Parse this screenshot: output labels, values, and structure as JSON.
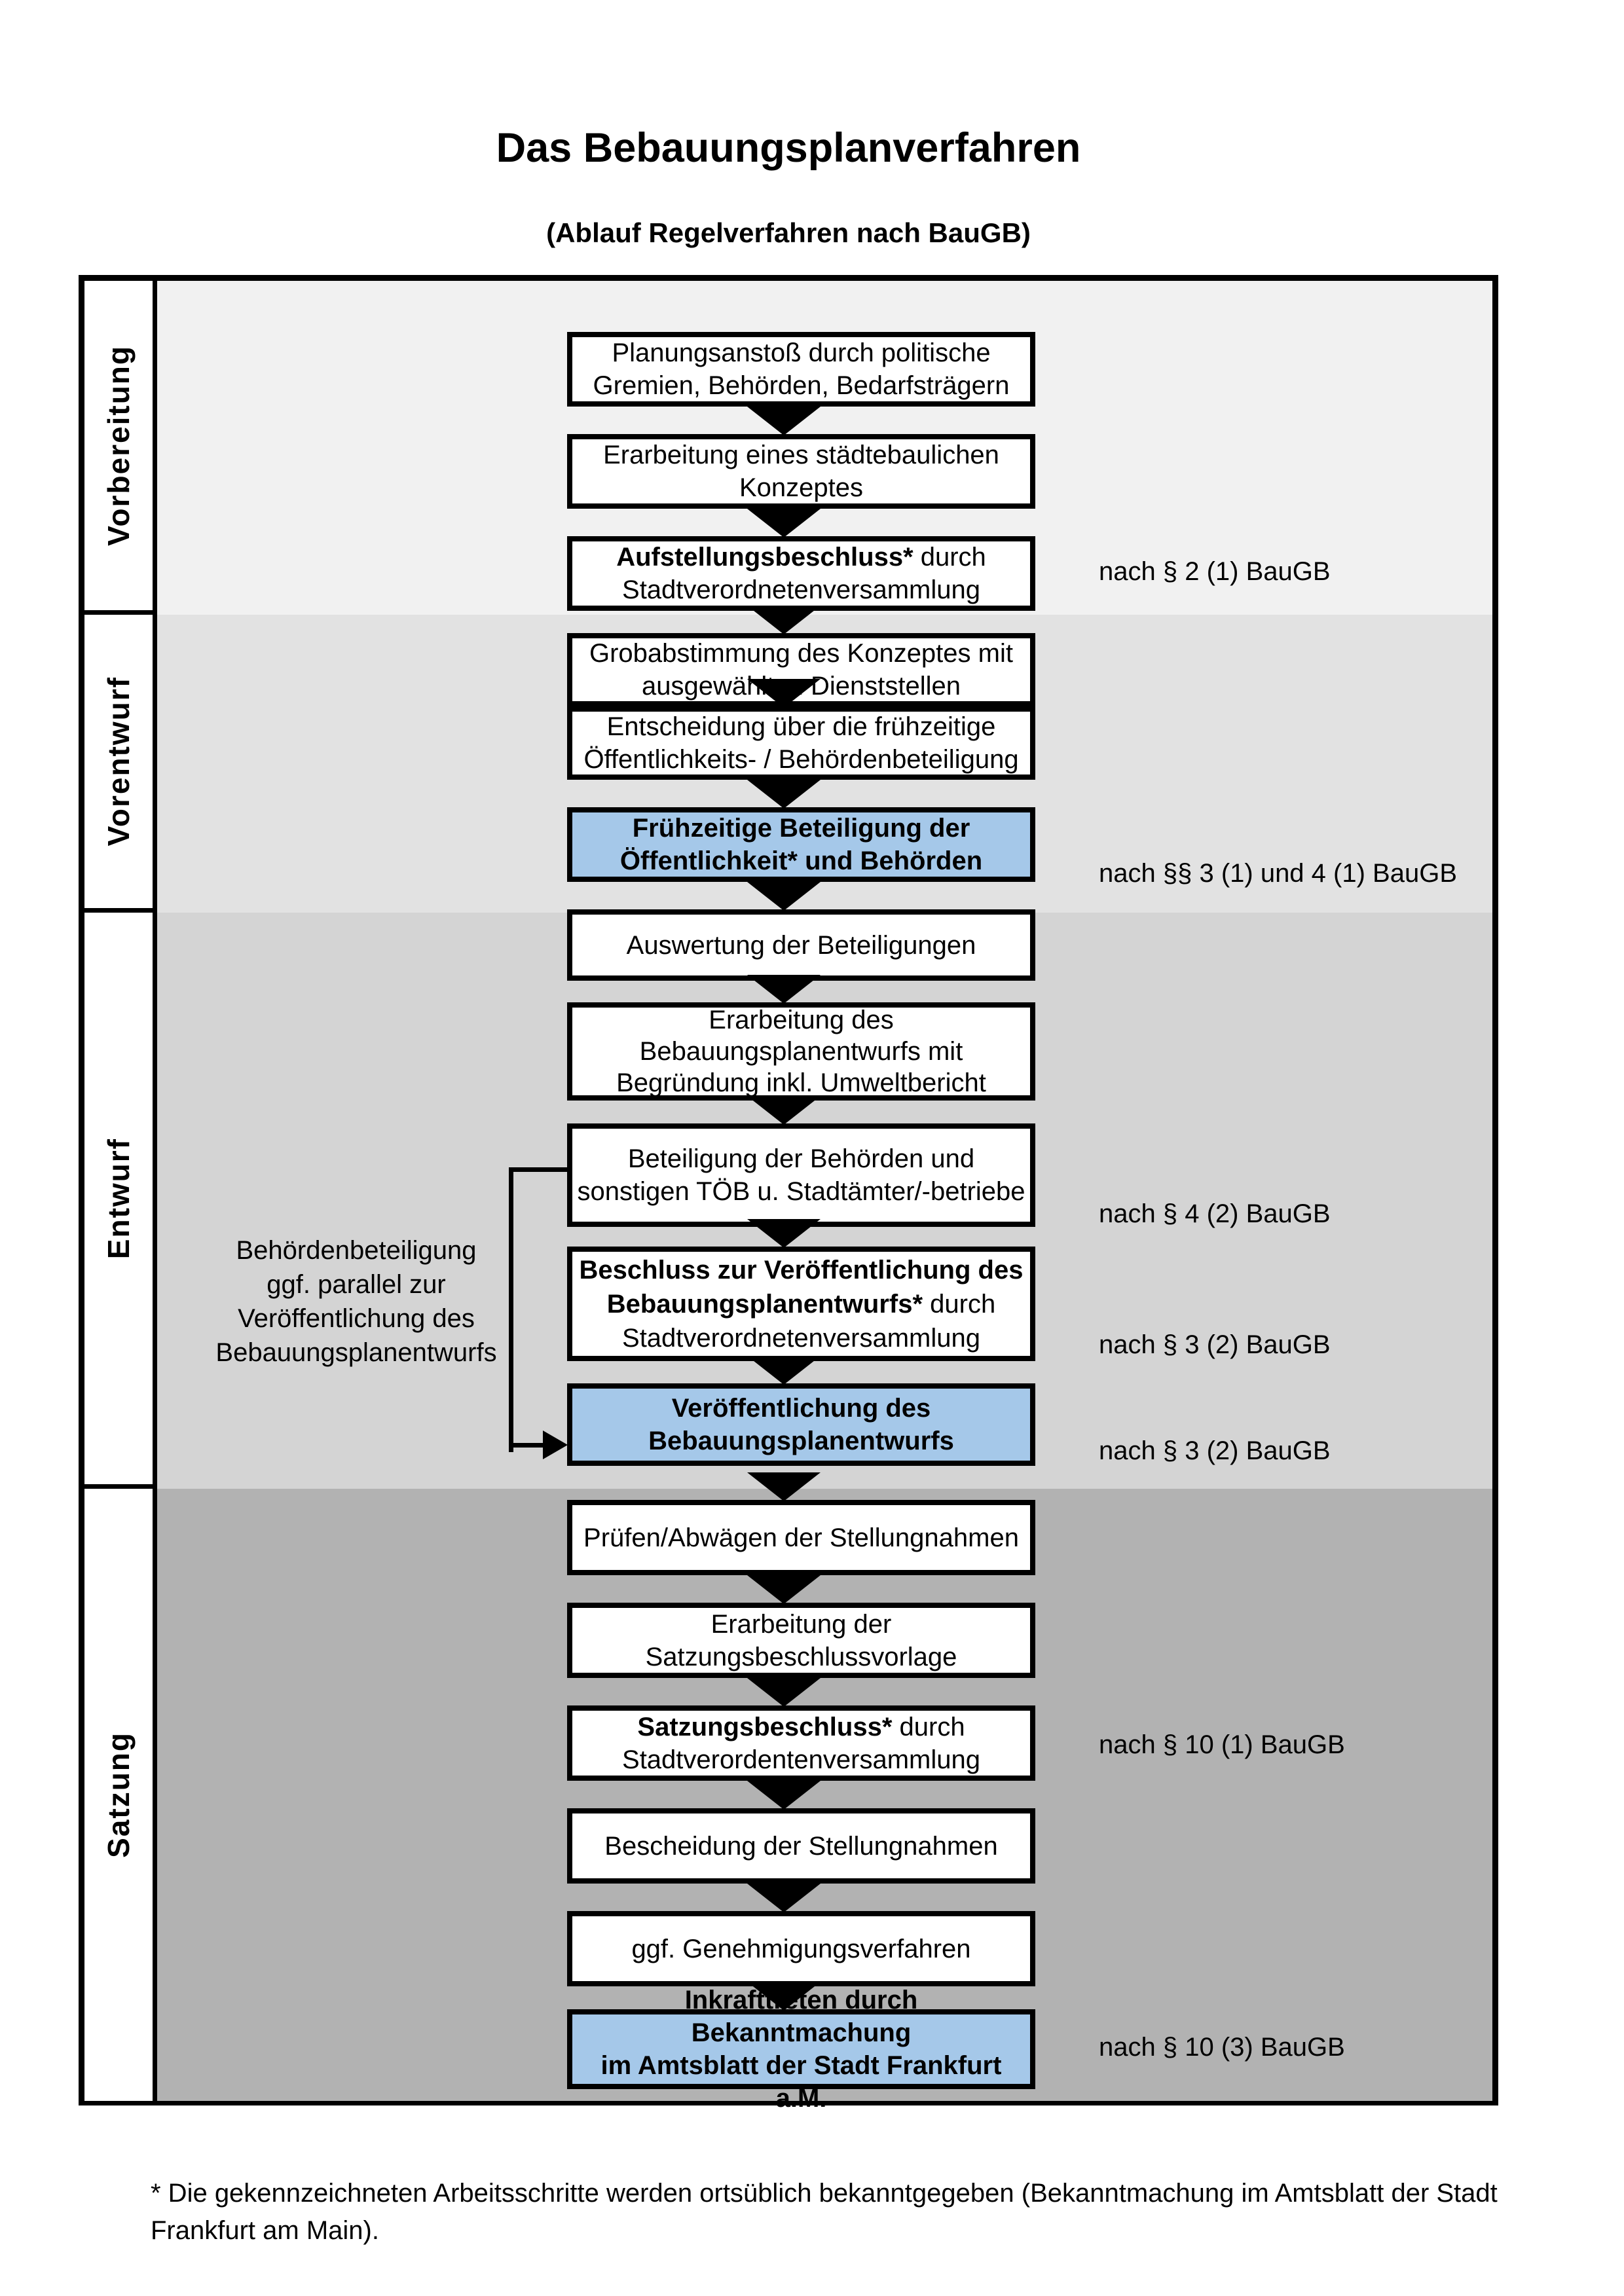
{
  "title": "Das Bebauungsplanverfahren",
  "subtitle": "(Ablauf Regelverfahren nach BauGB)",
  "colors": {
    "highlight_blue": "#a5c8e9",
    "phase1_bg": "#f1f1f1",
    "phase2_bg": "#e2e2e2",
    "phase3_bg": "#d4d4d4",
    "phase4_bg": "#b2b2b2",
    "border": "#000000"
  },
  "phases": [
    {
      "label": "Vorbereitung"
    },
    {
      "label": "Vorentwurf"
    },
    {
      "label": "Entwurf"
    },
    {
      "label": "Satzung"
    }
  ],
  "steps": [
    {
      "name": "planungsanstoss",
      "lines": [
        {
          "b": "",
          "t": "Planungsanstoß durch politische"
        },
        {
          "b": "",
          "t": "Gremien, Behörden, Bedarfsträgern"
        }
      ]
    },
    {
      "name": "staedtebauliches-konzept",
      "lines": [
        {
          "b": "",
          "t": "Erarbeitung eines städtebaulichen"
        },
        {
          "b": "",
          "t": "Konzeptes"
        }
      ]
    },
    {
      "name": "aufstellungsbeschluss",
      "lines": [
        {
          "b": "Aufstellungsbeschluss*",
          "t": " durch"
        },
        {
          "b": "",
          "t": "Stadtverordnetenversammlung"
        }
      ],
      "ref": "nach § 2 (1) BauGB"
    },
    {
      "name": "grobabstimmung",
      "lines": [
        {
          "b": "",
          "t": "Grobabstimmung des Konzeptes mit"
        },
        {
          "b": "",
          "t": "ausgewählten Dienststellen"
        }
      ]
    },
    {
      "name": "entscheidung-beteiligung",
      "lines": [
        {
          "b": "",
          "t": "Entscheidung über die frühzeitige"
        },
        {
          "b": "",
          "t": "Öffentlichkeits- / Behördenbeteiligung"
        }
      ]
    },
    {
      "name": "fruehzeitige-beteiligung",
      "blue": true,
      "lines": [
        {
          "b": "Frühzeitige Beteiligung der",
          "t": ""
        },
        {
          "b": "Öffentlichkeit* und Behörden",
          "t": ""
        }
      ],
      "ref": "nach §§ 3 (1) und 4 (1) BauGB"
    },
    {
      "name": "auswertung-beteiligungen",
      "lines": [
        {
          "b": "",
          "t": "Auswertung der Beteiligungen"
        }
      ]
    },
    {
      "name": "erarbeitung-entwurf",
      "lines": [
        {
          "b": "",
          "t": "Erarbeitung des"
        },
        {
          "b": "",
          "t": "Bebauungsplanentwurfs mit"
        },
        {
          "b": "",
          "t": "Begründung inkl. Umweltbericht"
        }
      ]
    },
    {
      "name": "beteiligung-behoerden",
      "lines": [
        {
          "b": "",
          "t": "Beteiligung der Behörden und"
        },
        {
          "b": "",
          "t": "sonstigen TÖB u. Stadtämter/-betriebe"
        }
      ],
      "ref": "nach § 4 (2) BauGB"
    },
    {
      "name": "beschluss-veroeffentlichung",
      "lines": [
        {
          "b": "Beschluss zur Veröffentlichung des",
          "t": ""
        },
        {
          "b": "Bebauungsplanentwurfs*",
          "t": " durch"
        },
        {
          "b": "",
          "t": "Stadtverordnetenversammlung"
        }
      ],
      "ref": "nach § 3 (2) BauGB"
    },
    {
      "name": "veroeffentlichung-entwurf",
      "blue": true,
      "lines": [
        {
          "b": "Veröffentlichung des",
          "t": ""
        },
        {
          "b": "Bebauungsplanentwurfs",
          "t": ""
        }
      ],
      "ref": "nach § 3 (2) BauGB"
    },
    {
      "name": "pruefen-abwaegen",
      "lines": [
        {
          "b": "",
          "t": "Prüfen/Abwägen der Stellungnahmen"
        }
      ]
    },
    {
      "name": "satzungsbeschlussvorlage",
      "lines": [
        {
          "b": "",
          "t": "Erarbeitung der"
        },
        {
          "b": "",
          "t": "Satzungsbeschlussvorlage"
        }
      ]
    },
    {
      "name": "satzungsbeschluss",
      "lines": [
        {
          "b": "Satzungsbeschluss*",
          "t": " durch"
        },
        {
          "b": "",
          "t": "Stadtverordentenversammlung"
        }
      ],
      "ref": "nach § 10 (1) BauGB"
    },
    {
      "name": "bescheidung-stellungnahmen",
      "lines": [
        {
          "b": "",
          "t": "Bescheidung der Stellungnahmen"
        }
      ]
    },
    {
      "name": "genehmigungsverfahren",
      "lines": [
        {
          "b": "",
          "t": "ggf. Genehmigungsverfahren"
        }
      ]
    },
    {
      "name": "inkrafttreten",
      "blue": true,
      "lines": [
        {
          "b": "Inkrafttreten",
          "t": " durch Bekanntmachung"
        },
        {
          "b": "",
          "t": "im Amtsblatt der Stadt Frankfurt a.M."
        }
      ],
      "ref": "nach § 10 (3) BauGB"
    }
  ],
  "side_note": {
    "lines": [
      "Behördenbeteiligung",
      "ggf. parallel zur",
      "Veröffentlichung des",
      "Bebauungsplanentwurfs"
    ]
  },
  "footnote": "* Die gekennzeichneten Arbeitsschritte werden ortsüblich bekanntgegeben (Bekanntmachung im Amtsblatt  der Stadt Frankfurt am Main)."
}
